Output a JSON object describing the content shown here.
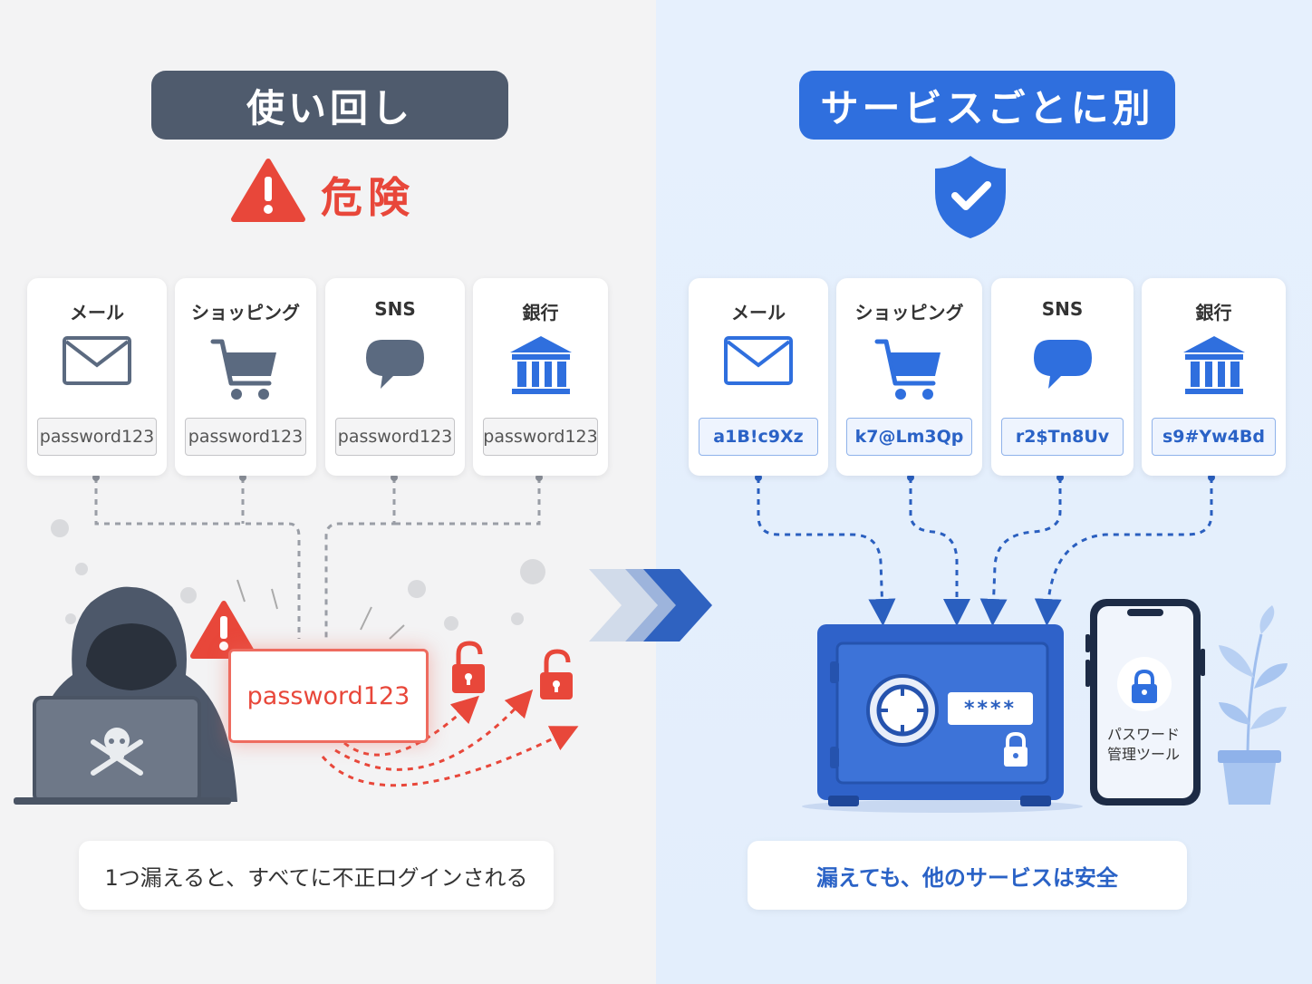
{
  "left": {
    "header": "使い回し",
    "danger_label": "危険",
    "cards": [
      {
        "title": "メール",
        "password": "password123",
        "icon": "mail-icon"
      },
      {
        "title": "ショッピング",
        "password": "password123",
        "icon": "cart-icon"
      },
      {
        "title": "SNS",
        "password": "password123",
        "icon": "chat-icon"
      },
      {
        "title": "銀行",
        "password": "password123",
        "icon": "bank-icon"
      }
    ],
    "leaked_password": "password123",
    "caption": "1つ漏えると、すべてに不正ログインされる"
  },
  "right": {
    "header": "サービスごとに別",
    "cards": [
      {
        "title": "メール",
        "password": "a1B!c9Xz",
        "icon": "mail-icon"
      },
      {
        "title": "ショッピング",
        "password": "k7@Lm3Qp",
        "icon": "cart-icon"
      },
      {
        "title": "SNS",
        "password": "r2$Tn8Uv",
        "icon": "chat-icon"
      },
      {
        "title": "銀行",
        "password": "s9#Yw4Bd",
        "icon": "bank-icon"
      }
    ],
    "safe_display": "****",
    "phone_label_line1": "パスワード",
    "phone_label_line2": "管理ツール",
    "caption": "漏えても、他のサービスは安全"
  },
  "colors": {
    "danger": "#e8473a",
    "gray_header": "#4f5b6d",
    "blue_header": "#2f6fde",
    "gray_icon": "#5b6a80",
    "blue_icon": "#2f6fde"
  }
}
